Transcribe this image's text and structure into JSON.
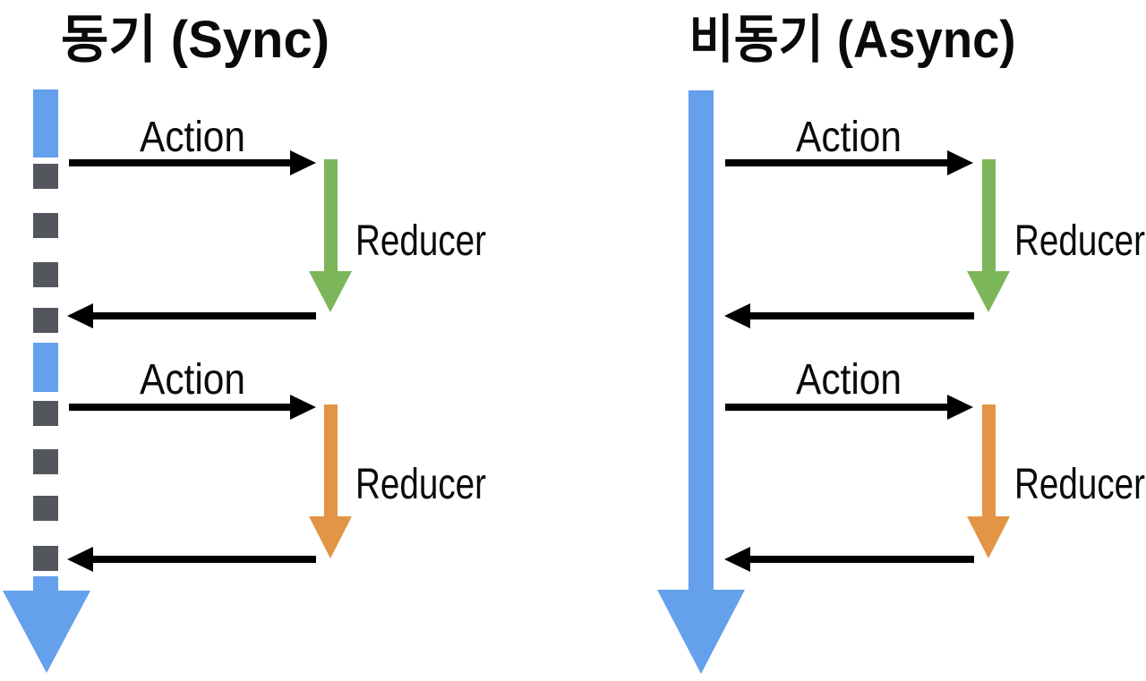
{
  "diagram": {
    "left_panel": {
      "title": "동기 (Sync)",
      "timeline_style": "dashed (interrupted) blue lifeline",
      "flow1": {
        "action": "Action",
        "reducer": "Reducer"
      },
      "flow2": {
        "action": "Action",
        "reducer": "Reducer"
      }
    },
    "right_panel": {
      "title": "비동기 (Async)",
      "timeline_style": "solid continuous blue lifeline",
      "flow1": {
        "action": "Action",
        "reducer": "Reducer"
      },
      "flow2": {
        "action": "Action",
        "reducer": "Reducer"
      }
    },
    "colors": {
      "timeline_blue": "#64A0EC",
      "dash_gray": "#54565E",
      "reducer_green": "#7CB65A",
      "reducer_orange": "#E29544",
      "arrow_black": "#000000",
      "background": "#FFFFFF"
    }
  }
}
